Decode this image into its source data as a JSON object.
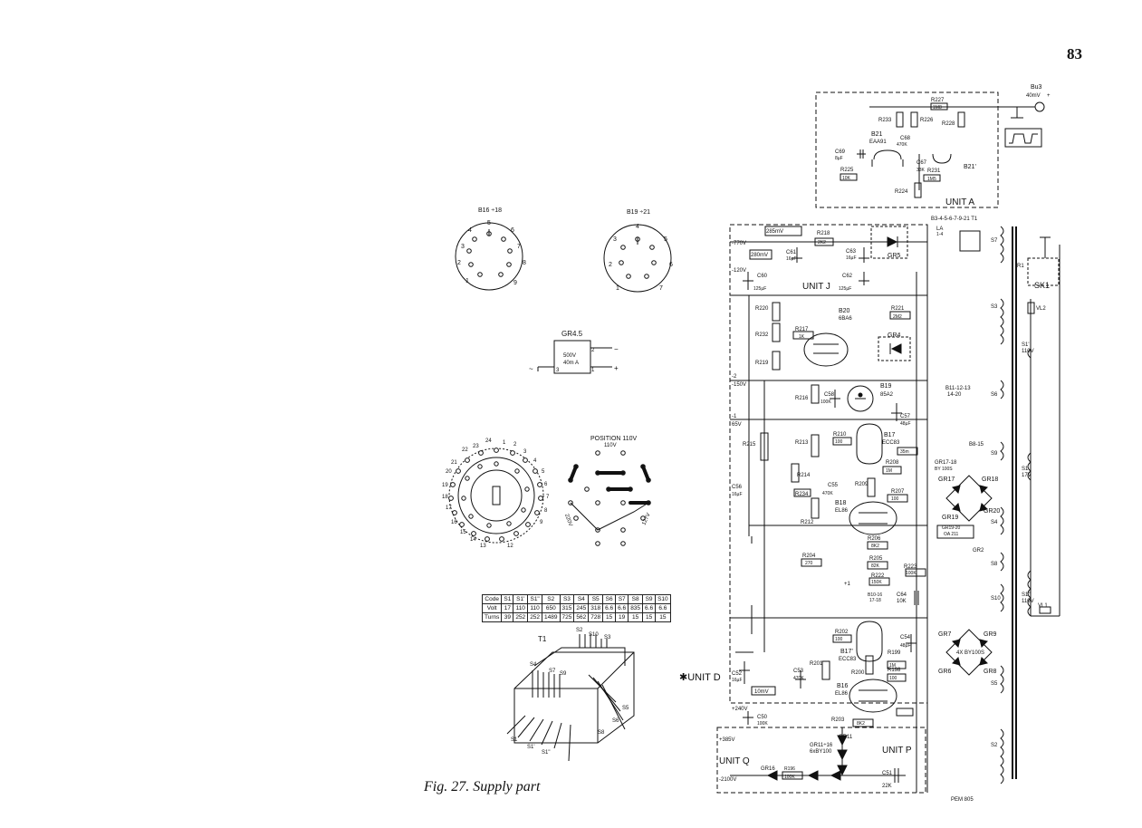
{
  "page_number": "83",
  "caption": "Fig. 27. Supply part",
  "footer_code": "PEM 805",
  "bases": {
    "b16_18": {
      "title": "B16 ÷18",
      "pins": [
        "1",
        "2",
        "3",
        "4",
        "5",
        "6",
        "7",
        "8",
        "9"
      ]
    },
    "b19_21": {
      "title": "B19 ÷21",
      "pins": [
        "1",
        "2",
        "3",
        "4",
        "5",
        "6",
        "7"
      ]
    }
  },
  "gr45": {
    "title": "GR4.5",
    "rating_v": "500V",
    "rating_a": "40m A",
    "pin2": "2",
    "pin3": "3",
    "pin1": "1",
    "ac": "~",
    "plus": "+",
    "minus": "−"
  },
  "selector": {
    "position_label": "POSITION 110V",
    "position_value": "110V",
    "contacts": [
      "1",
      "2",
      "3",
      "4",
      "5",
      "6",
      "7",
      "8",
      "9",
      "10",
      "11",
      "12",
      "13",
      "14",
      "15",
      "16",
      "17",
      "18",
      "19",
      "20",
      "21",
      "22",
      "23",
      "24"
    ],
    "voltages": [
      "220V",
      "127V"
    ]
  },
  "turns_table": {
    "headers": [
      "Code",
      "S1",
      "S1'",
      "S1\"",
      "S2",
      "S3",
      "S4",
      "S5",
      "S6",
      "S7",
      "S8",
      "S9",
      "S10"
    ],
    "rows": [
      [
        "Volt",
        "17",
        "110",
        "110",
        "650",
        "315",
        "245",
        "318",
        "6.6",
        "6.6",
        "835",
        "6.6",
        "6.6"
      ],
      [
        "Turns",
        "39",
        "252",
        "252",
        "1489",
        "725",
        "562",
        "728",
        "15",
        "19",
        "15",
        "15",
        "15"
      ]
    ]
  },
  "transformer": {
    "title": "T1",
    "labels": [
      "S2",
      "S10",
      "S3",
      "S4",
      "S7",
      "S9",
      "S5",
      "S6",
      "S8",
      "S1",
      "S1'",
      "S1\""
    ]
  },
  "unit_d": "✱UNIT D",
  "units": {
    "a": "UNIT A",
    "j": "UNIT J",
    "p": "UNIT P",
    "q": "UNIT Q"
  },
  "top_right": {
    "bu": "Bu3",
    "level": "40mV",
    "mark": "+"
  },
  "right_labels": {
    "t1": "B3-4-5-6-7-9-21 T1",
    "la": "LA",
    "la_range": "1-4",
    "r1": "R1",
    "sk1": "SK1",
    "s7": "S7",
    "vl2": "VL2",
    "s1_110": "S1'",
    "s1_110v": "110V",
    "s3": "S3",
    "b11_13": "B11-12-13",
    "b11_range": "14-20",
    "s6": "S6",
    "b8_15": "B8-15",
    "s9": "S9",
    "gr17_18": "GR17-18",
    "by100s": "BY 100S",
    "gr17": "GR17",
    "gr18": "GR18",
    "gr19": "GR19",
    "gr20": "GR20",
    "gr19_20": "GR19-20",
    "oa211": "OA 211",
    "s4": "S4",
    "gr2": "GR2",
    "s8": "S8",
    "s10": "S10",
    "b10_16": "B10-16",
    "b10_range": "17-18",
    "c64": "C64",
    "c64_val": "10K",
    "s1": "S1",
    "s1_17v": "17V",
    "s1dd": "S1\"",
    "s1dd_v": "110V",
    "vl1": "VL1",
    "gr7": "GR7",
    "gr9": "GR9",
    "gr6": "GR6",
    "gr8": "GR8",
    "by100s_4x": "4X BY100S",
    "s5": "S5",
    "s2": "S2",
    "gr11_16": "GR11÷16",
    "gr11_val": "6xBY100",
    "gr11": "GR11",
    "gr16": "GR16",
    "c51": "C51",
    "c51_val": "22K",
    "r196": "R196",
    "r196_val": "100K"
  },
  "component_labels": [
    "R227",
    "1M8",
    "R233",
    "R226",
    "R228",
    "B21",
    "EAA91",
    "C68",
    "470K",
    "C69",
    "8µF",
    "R225",
    "10K",
    "C67",
    "33K",
    "R231",
    "1M5",
    "R224",
    "B21'",
    "285mV",
    "R218",
    "2K2",
    "-770V",
    "C61",
    "16µF",
    "C63",
    "16µF",
    "280mV",
    "-120V",
    "C60",
    "125µF",
    "C62",
    "125µF",
    "GR5",
    "B20",
    "6BA6",
    "R220",
    "R221",
    "2M2",
    "R217",
    "1K",
    "R232",
    "R219",
    "GR4",
    "-2",
    "-150V",
    "R216",
    "C58",
    "100K",
    "B19",
    "85A2",
    "C57",
    "48µF",
    "-1",
    "65V",
    "R215",
    "R213",
    "R210",
    "100",
    "B17",
    "ECC83",
    "35m",
    "C56",
    "16µF",
    "R214",
    "C55",
    "470K",
    "R209",
    "R208",
    "1M",
    "R207",
    "100",
    "R234",
    "B18",
    "EL86",
    "R212",
    "R206",
    "8K2",
    "R205",
    "82K",
    "R204",
    "270",
    "R223",
    "100K",
    "R222",
    "150K",
    "+1",
    "R202",
    "100",
    "C54",
    "48µF",
    "B17'",
    "ECC83",
    "C53",
    "470K",
    "R201",
    "R200",
    "R199",
    "1M",
    "R198",
    "100",
    "C52",
    "16µF",
    "10mV",
    "B16",
    "EL86",
    "+240V",
    "C50",
    "100K",
    "R203",
    "8K2",
    "+385V",
    "-2100V"
  ]
}
